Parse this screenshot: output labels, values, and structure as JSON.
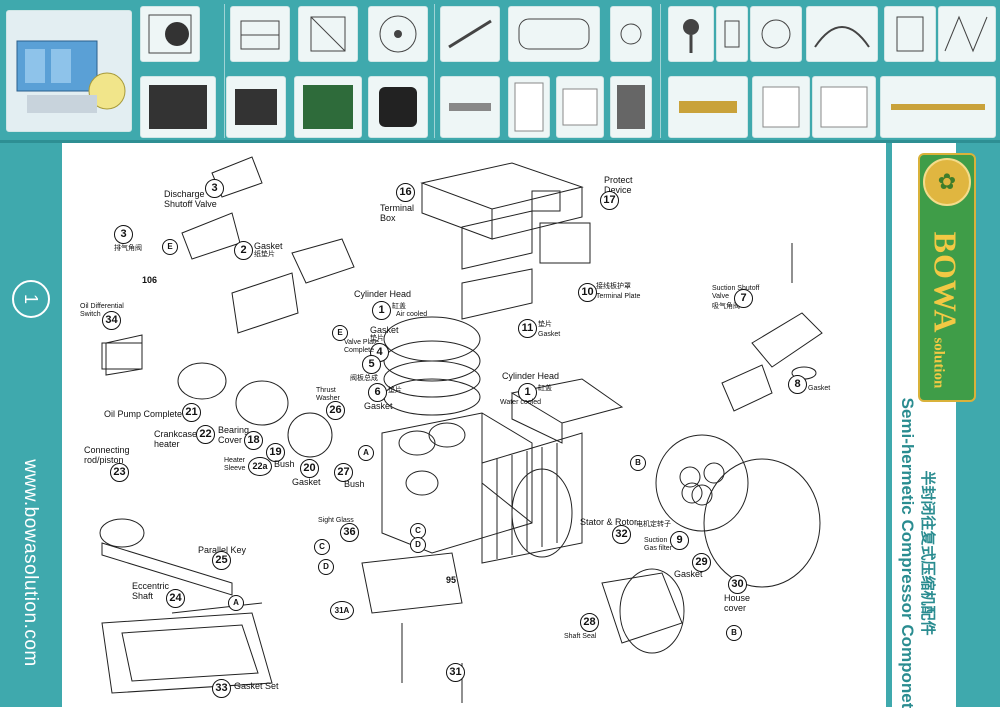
{
  "banner": {
    "top_row_icons": [
      "compressor-unit-icon",
      "condenser-frame-icon",
      "motor-icon",
      "fan-grill-icon",
      "axial-fan-icon",
      "filter-drier-icon",
      "receiver-tank-icon",
      "sight-glass-icon",
      "valve-icon",
      "fitting-icon",
      "pressure-switch-icon",
      "hose-icon",
      "solenoid-icon",
      "capillary-icon"
    ],
    "bottom_row_icons": [
      "condenser-coil-icon",
      "evaporator-icon",
      "condensing-unit-icon",
      "fan-cover-icon",
      "hinge-icon",
      "controller-box-icon",
      "display-controller-icon",
      "thermostat-icon",
      "brass-fitting-icon",
      "pressure-control-icon",
      "dual-pressure-icon",
      "expansion-valve-icon"
    ]
  },
  "sidebar": {
    "page_number": "1",
    "website": "www.bowasolution.com"
  },
  "brand": {
    "logo_main": "BOWA",
    "logo_sub": "solution",
    "title_cn": "半封闭往复式压缩机配件",
    "title_en": "Semi-hermetic Compressor Componet",
    "accent": "#3fa9ad",
    "logo_green": "#3f9d48",
    "logo_gold": "#f2c944"
  },
  "parts": {
    "p3a_label": "Discharge\nShutoff Valve",
    "p3a_num": "3",
    "p3b_num": "3",
    "p3b_cn": "排气角阀",
    "p2_label": "Gasket",
    "p2_cn": "纸垫片",
    "p2_num": "2",
    "p106": "106",
    "p34_label": "Oil Differential\nSwitch",
    "p34_num": "34",
    "p21_label": "Oil Pump Complete",
    "p21_num": "21",
    "p22_label": "Crankcase\nheater",
    "p22_num": "22",
    "p18_label": "Bearing\nCover",
    "p18_num": "18",
    "p19_label": "Bush",
    "p19_num": "19",
    "p20_label": "Gasket",
    "p20_num": "20",
    "p22a_label": "Heater\nSleeve",
    "p22a_num": "22a",
    "p23_label": "Connecting\nrod/piston",
    "p23_num": "23",
    "p25_label": "Parallel Key",
    "p25_num": "25",
    "p24_label": "Eccentric\nShaft",
    "p24_num": "24",
    "p33_label": "Gasket Set",
    "p33_num": "33",
    "p16_label": "Terminal\nBox",
    "p16_num": "16",
    "p17_label": "Protect\nDevice",
    "p17_num": "17",
    "p10_label": "Terminal Plate",
    "p10_cn": "接线板护罩",
    "p10_num": "10",
    "p11_label": "Gasket",
    "p11_cn": "垫片",
    "p11_num": "11",
    "p1a_label": "Cylinder Head",
    "p1a_cn": "缸盖",
    "p1a_sub": "Air cooled",
    "p1a_num": "1",
    "p4_label": "Gasket",
    "p4_cn": "垫片",
    "p4_num": "4",
    "p5_label": "Valve Plate\nComplete",
    "p5_cn": "阀板总成",
    "p5_num": "5",
    "p6_label": "Gasket",
    "p6_cn": "垫片",
    "p6_num": "6",
    "p26_label": "Thrust\nWasher",
    "p26_num": "26",
    "p27_label": "Bush",
    "p27_num": "27",
    "p1b_label": "Cylinder Head",
    "p1b_cn": "缸盖",
    "p1b_sub": "Water cooled",
    "p1b_num": "1",
    "p36_label": "Sight Glass",
    "p36_num": "36",
    "p95": "95",
    "p31a_num": "31A",
    "p31_num": "31",
    "p32_label": "Stator & Rotor",
    "p32_cn": "电机定转子",
    "p32_num": "32",
    "p9_label": "Suction\nGas filter",
    "p9_num": "9",
    "p28_label": "Shaft Seal",
    "p28_num": "28",
    "p29_label": "Gasket",
    "p29_num": "29",
    "p30_label": "House\ncover",
    "p30_num": "30",
    "p7_label": "Suction Shutoff\nValve",
    "p7_cn": "吸气角阀",
    "p7_num": "7",
    "p8_label": "Gasket",
    "p8_num": "8",
    "callouts": [
      "A",
      "B",
      "C",
      "D",
      "E"
    ]
  }
}
